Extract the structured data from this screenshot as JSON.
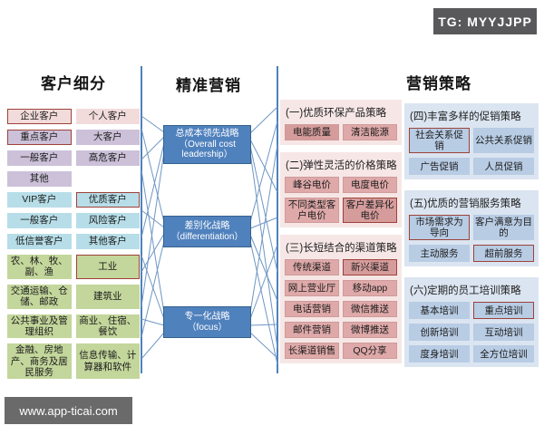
{
  "badges": {
    "tg": "TG: MYYJJPP",
    "watermark": "www.app-ticai.com"
  },
  "colors": {
    "seg-pink": "#f2dcdb",
    "seg-purple": "#ccc1d9",
    "seg-cyan": "#b7dee8",
    "seg-green": "#c3d69b",
    "hl-border": "#9d4239",
    "mid-fill": "#4f81bd",
    "mid-border": "#36618e",
    "pink-group-bg": "#f6e7e6",
    "pink-item": "#dfa9a9",
    "pink-item-border": "#cf9b9b",
    "pink-item-dark": "#d69c9c",
    "blue-group-bg": "#dbe5f1",
    "blue-item": "#b8cce4",
    "rail": "#4f81bd",
    "connector": "#6f97c4",
    "badge-bg": "#59595b",
    "watermark-bg": "#6a6a6a"
  },
  "columns": {
    "segmentation": {
      "title": "客户细分",
      "cells": [
        {
          "label": "企业客户",
          "color": "pink",
          "highlight": true
        },
        {
          "label": "个人客户",
          "color": "pink"
        },
        {
          "label": "重点客户",
          "color": "purple",
          "highlight": true
        },
        {
          "label": "大客户",
          "color": "purple"
        },
        {
          "label": "一般客户",
          "color": "purple"
        },
        {
          "label": "高危客户",
          "color": "purple"
        },
        {
          "label": "其他",
          "color": "purple"
        },
        {
          "empty": true
        },
        {
          "label": "VIP客户",
          "color": "cyan"
        },
        {
          "label": "优质客户",
          "color": "cyan",
          "highlight": true
        },
        {
          "label": "一般客户",
          "color": "cyan"
        },
        {
          "label": "风险客户",
          "color": "cyan"
        },
        {
          "label": "低信誉客户",
          "color": "cyan"
        },
        {
          "label": "其他客户",
          "color": "cyan"
        },
        {
          "label": "农、林、牧、副、渔",
          "color": "green"
        },
        {
          "label": "工业",
          "color": "green",
          "highlight": true
        },
        {
          "label": "交通运输、仓储、邮政",
          "color": "green"
        },
        {
          "label": "建筑业",
          "color": "green"
        },
        {
          "label": "公共事业及管理组织",
          "color": "green"
        },
        {
          "label": "商业、住宿、餐饮",
          "color": "green"
        },
        {
          "label": "金融、房地产、商务及居民服务",
          "color": "green"
        },
        {
          "label": "信息传输、计算器和软件",
          "color": "green"
        }
      ]
    },
    "strategy": {
      "title": "精准营销",
      "boxes": [
        {
          "zh": "总成本领先战略",
          "en": "（Overall cost leadership）"
        },
        {
          "zh": "差别化战略",
          "en": "（differentiation）"
        },
        {
          "zh": "专一化战略",
          "en": "（focus）"
        }
      ]
    },
    "tactics_pink": {
      "groups": [
        {
          "title": "(一)优质环保产品策略",
          "items": [
            {
              "label": "电能质量",
              "variant": "dark"
            },
            {
              "label": "清洁能源"
            }
          ]
        },
        {
          "title": "(二)弹性灵活的价格策略",
          "items": [
            {
              "label": "峰谷电价"
            },
            {
              "label": "电度电价"
            },
            {
              "label": "不同类型客户电价"
            },
            {
              "label": "客户差异化电价",
              "variant": "dark",
              "highlight": true
            }
          ]
        },
        {
          "title": "(三)长短结合的渠道策略",
          "items": [
            {
              "label": "传统渠道"
            },
            {
              "label": "新兴渠道",
              "variant": "dark",
              "highlight": true
            },
            {
              "label": "网上营业厅"
            },
            {
              "label": "移动app"
            },
            {
              "label": "电话营销"
            },
            {
              "label": "微信推送"
            },
            {
              "label": "邮件营销"
            },
            {
              "label": "微博推送"
            },
            {
              "label": "长渠道销售"
            },
            {
              "label": "QQ分享"
            }
          ]
        }
      ]
    },
    "tactics_blue": {
      "title": "营销策略",
      "groups": [
        {
          "title": "(四)丰富多样的促销策略",
          "items": [
            {
              "label": "社会关系促销",
              "highlight": true
            },
            {
              "label": "公共关系促销"
            },
            {
              "label": "广告促销"
            },
            {
              "label": "人员促销"
            }
          ]
        },
        {
          "title": "(五)优质的营销服务策略",
          "items": [
            {
              "label": "市场需求为导向",
              "highlight": true
            },
            {
              "label": "客户满意为目的"
            },
            {
              "label": "主动服务"
            },
            {
              "label": "超前服务",
              "highlight": true
            }
          ]
        },
        {
          "title": "(六)定期的员工培训策略",
          "items": [
            {
              "label": "基本培训"
            },
            {
              "label": "重点培训",
              "highlight": true
            },
            {
              "label": "创新培训"
            },
            {
              "label": "互动培训"
            },
            {
              "label": "度身培训"
            },
            {
              "label": "全方位培训"
            }
          ]
        }
      ]
    }
  },
  "connectors": {
    "rails": [
      [
        156,
        73,
        156,
        412
      ],
      [
        306,
        73,
        306,
        412
      ]
    ],
    "lines": [
      [
        156,
        128,
        181,
        146
      ],
      [
        156,
        176,
        181,
        151
      ],
      [
        156,
        262,
        181,
        158
      ],
      [
        156,
        338,
        181,
        167
      ],
      [
        156,
        142,
        181,
        245
      ],
      [
        156,
        232,
        181,
        251
      ],
      [
        156,
        300,
        181,
        258
      ],
      [
        156,
        372,
        181,
        266
      ],
      [
        156,
        188,
        181,
        345
      ],
      [
        156,
        282,
        181,
        352
      ],
      [
        156,
        352,
        181,
        359
      ],
      [
        156,
        396,
        181,
        367
      ],
      [
        276,
        147,
        306,
        118
      ],
      [
        276,
        154,
        306,
        212
      ],
      [
        276,
        161,
        306,
        300
      ],
      [
        276,
        168,
        306,
        384
      ],
      [
        276,
        245,
        306,
        134
      ],
      [
        276,
        252,
        306,
        240
      ],
      [
        276,
        259,
        306,
        332
      ],
      [
        276,
        266,
        306,
        402
      ],
      [
        276,
        345,
        306,
        160
      ],
      [
        276,
        352,
        306,
        270
      ],
      [
        276,
        359,
        306,
        358
      ],
      [
        276,
        367,
        306,
        395
      ]
    ]
  }
}
